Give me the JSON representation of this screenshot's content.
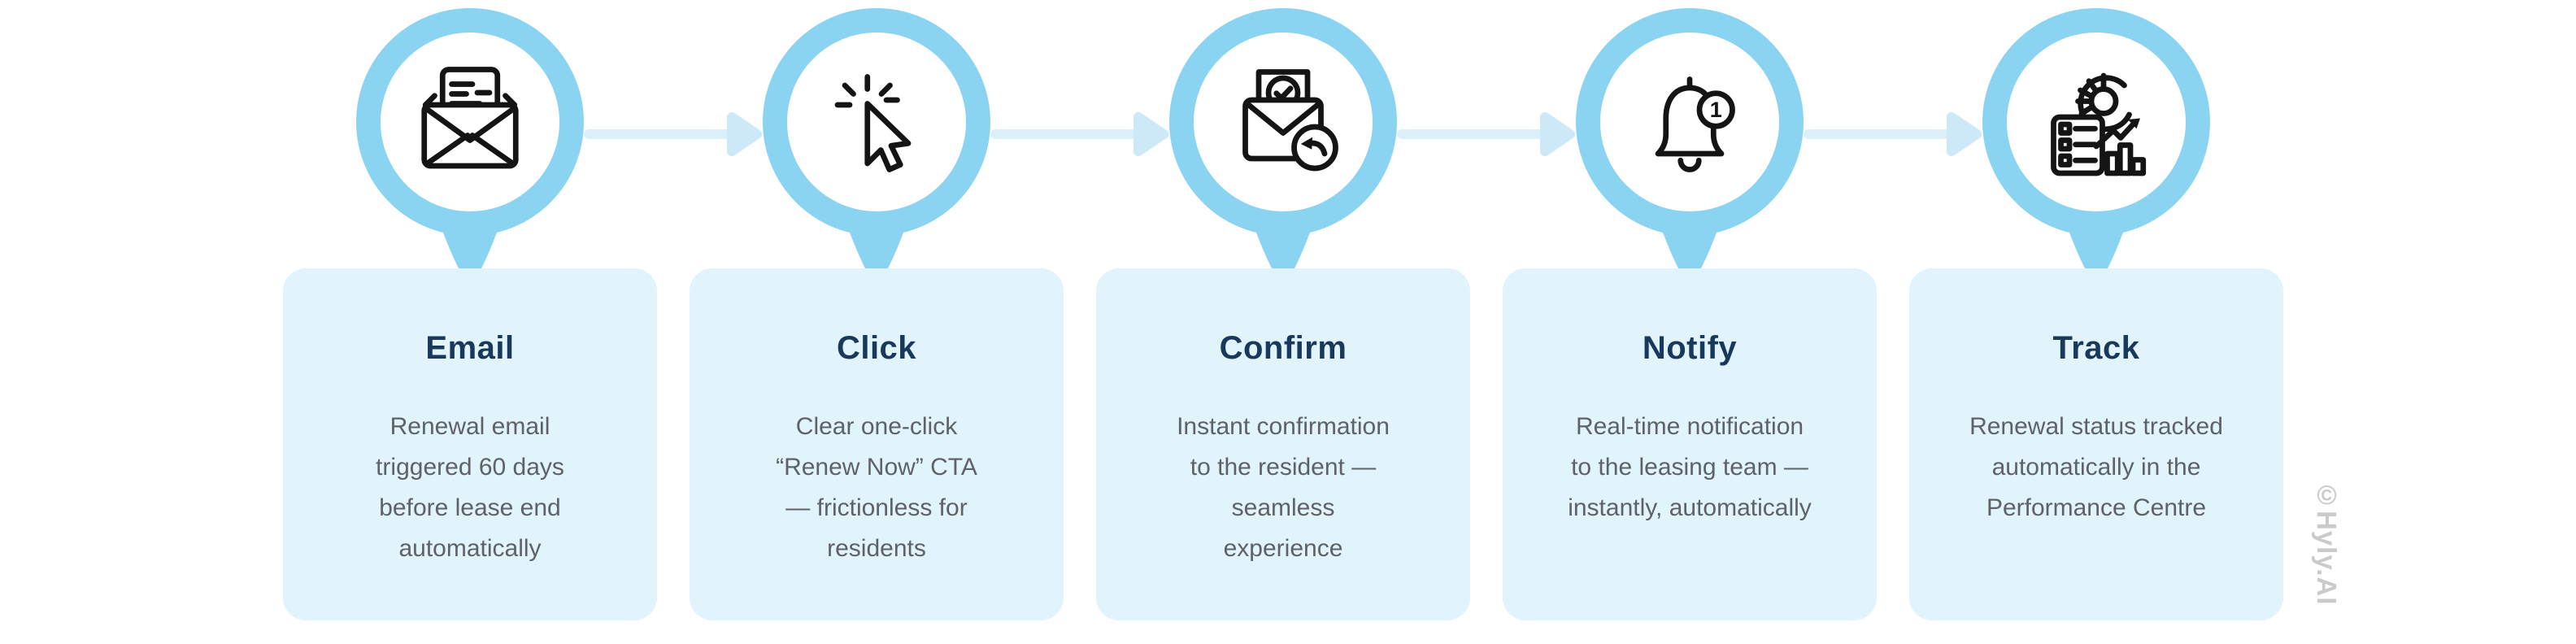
{
  "title_context": "renewal-workflow-infographic",
  "watermark": "©Hyly.AI",
  "colors": {
    "ring_blue": "#8BD4F1",
    "card_background": "#E1F3FB",
    "arrow_line": "#DCF0FA",
    "arrow_head": "#CDE9F7",
    "step_title": "#18395C",
    "step_body": "#5E6267",
    "icon_stroke": "#141414",
    "watermark_gray": "#C9CACB"
  },
  "steps": [
    {
      "title": "Email",
      "description": "Renewal email\ntriggered 60 days\nbefore lease end\nautomatically",
      "icon": "open-email-icon"
    },
    {
      "title": "Click",
      "description": "Clear one-click\n“Renew Now” CTA\n— frictionless for\nresidents",
      "icon": "cursor-click-icon"
    },
    {
      "title": "Confirm",
      "description": "Instant confirmation\nto the resident —\nseamless\nexperience",
      "icon": "confirmation-email-icon"
    },
    {
      "title": "Notify",
      "description": "Real-time notification\nto the leasing team —\ninstantly, automatically",
      "icon": "notification-bell-icon",
      "badge": "1"
    },
    {
      "title": "Track",
      "description": "Renewal status tracked\nautomatically in the\nPerformance Centre",
      "icon": "analytics-icon"
    }
  ]
}
